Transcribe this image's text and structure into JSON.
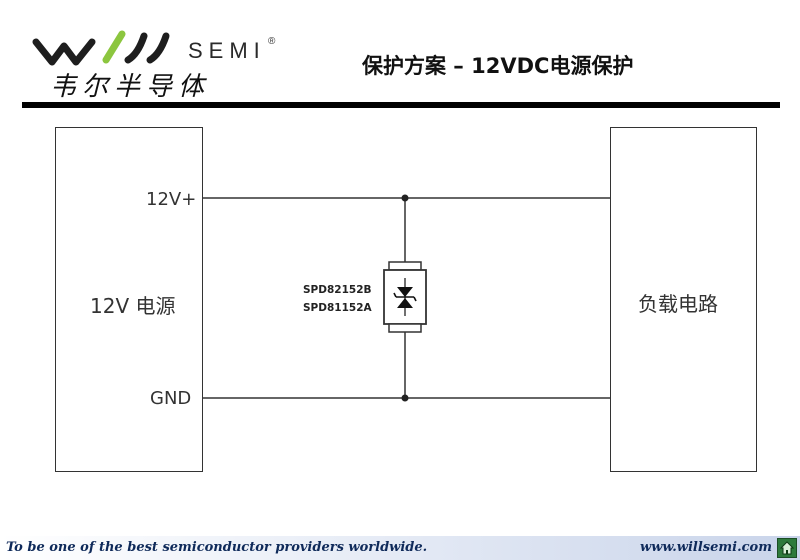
{
  "header": {
    "logo_text": "SEMI",
    "logo_registered": "®",
    "logo_chinese": "韦尔半导体",
    "title": "保护方案 – 12VDC电源保护"
  },
  "diagram": {
    "source_block": {
      "label": "12V 电源",
      "terminal_positive": "12V+",
      "terminal_ground": "GND"
    },
    "protection_device": {
      "part_numbers": [
        "SPD82152B",
        "SPD81152A"
      ]
    },
    "load_block": {
      "label": "负载电路"
    }
  },
  "footer": {
    "slogan": "To be one of the best semiconductor providers worldwide.",
    "url": "www.willsemi.com"
  },
  "colors": {
    "wire": "#333333",
    "logo_accent": "#8cc63f",
    "footer_text": "#0f2a5a",
    "home_button": "#2e7a3c"
  }
}
